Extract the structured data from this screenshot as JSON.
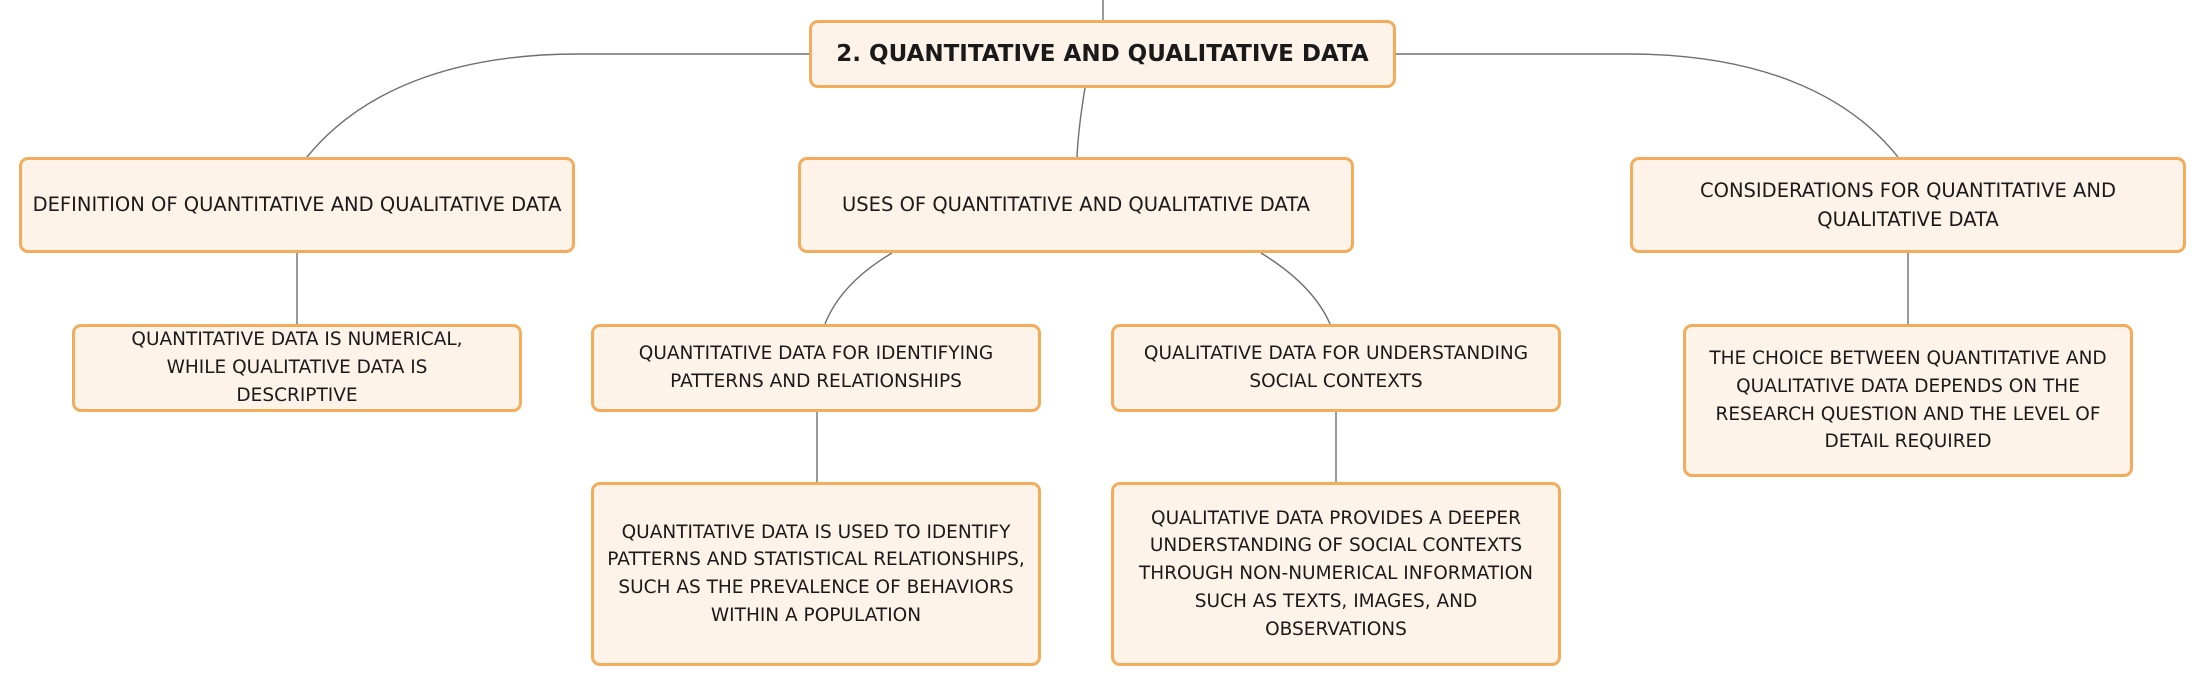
{
  "diagram": {
    "colors": {
      "node_fill": "#fdf3e9",
      "node_border": "#f3ac5b",
      "connector": "#6e6e6e",
      "text": "#1a1a1a"
    },
    "root": {
      "label": "2. QUANTITATIVE AND QUALITATIVE DATA"
    },
    "branches": {
      "definition": {
        "label": "DEFINITION OF QUANTITATIVE AND QUALITATIVE DATA",
        "child": "QUANTITATIVE DATA IS NUMERICAL, WHILE QUALITATIVE DATA IS DESCRIPTIVE"
      },
      "uses": {
        "label": "USES OF QUANTITATIVE AND QUALITATIVE DATA",
        "children": {
          "quantitative": {
            "label": "QUANTITATIVE DATA FOR IDENTIFYING PATTERNS AND RELATIONSHIPS",
            "detail": "QUANTITATIVE DATA IS USED TO IDENTIFY PATTERNS AND STATISTICAL RELATIONSHIPS, SUCH AS THE PREVALENCE OF BEHAVIORS WITHIN A POPULATION"
          },
          "qualitative": {
            "label": "QUALITATIVE DATA FOR UNDERSTANDING SOCIAL CONTEXTS",
            "detail": "QUALITATIVE DATA PROVIDES A DEEPER UNDERSTANDING OF SOCIAL CONTEXTS THROUGH NON-NUMERICAL INFORMATION SUCH AS TEXTS, IMAGES, AND OBSERVATIONS"
          }
        }
      },
      "considerations": {
        "label": "CONSIDERATIONS FOR QUANTITATIVE AND QUALITATIVE DATA",
        "child": "THE CHOICE BETWEEN QUANTITATIVE AND QUALITATIVE DATA DEPENDS ON THE RESEARCH QUESTION AND THE LEVEL OF DETAIL REQUIRED"
      }
    }
  }
}
